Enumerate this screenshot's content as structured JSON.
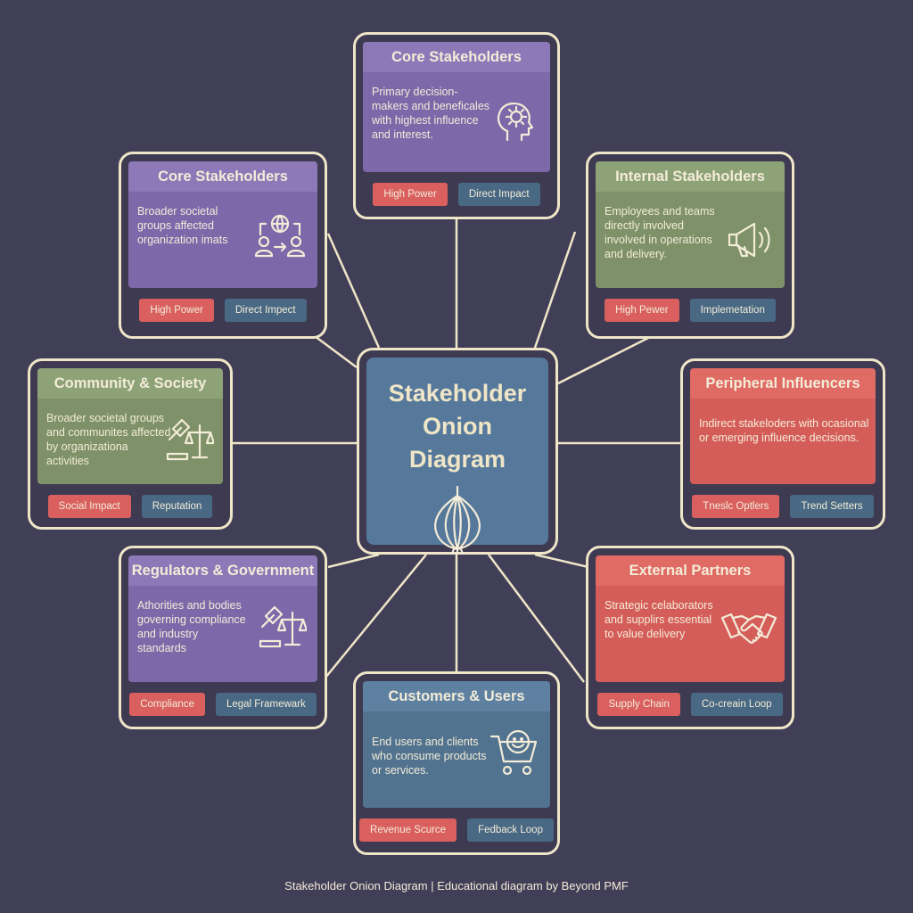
{
  "center": {
    "title": "Stakeholder Onion Diagram"
  },
  "cards": {
    "top": {
      "title": "Core Stakeholders",
      "description": "Primary decision-makers and beneficales with highest influence and interest.",
      "tags": [
        "High Power",
        "Direct Impact"
      ],
      "icon": "head-gear-icon"
    },
    "upper_left": {
      "title": "Core Stakeholders",
      "description": "Broader societal groups affected organization imats",
      "tags": [
        "High Power",
        "Direct Impect"
      ],
      "icon": "globe-people-icon"
    },
    "upper_right": {
      "title": "Internal Stakeholders",
      "description": "Employees and teams directly involved involved in operations and delivery.",
      "tags": [
        "High Pewer",
        "Implemetation"
      ],
      "icon": "megaphone-icon"
    },
    "middle_left": {
      "title": "Community & Society",
      "description": "Broader societal groups and communites affected by organizationa activities",
      "tags": [
        "Social Impact",
        "Reputation"
      ],
      "icon": "gavel-scales-icon"
    },
    "middle_right": {
      "title": "Peripheral Influencers",
      "description": "Indirect stakeloders with ocasional or emerging influence decisions.",
      "tags": [
        "Tneslc Optlers",
        "Trend Setters"
      ],
      "icon": ""
    },
    "lower_left": {
      "title": "Regulators & Government",
      "description": "Athorities and bodies governing compliance and industry standards",
      "tags": [
        "Compliance",
        "Legal Framewark"
      ],
      "icon": "gavel-scales-icon"
    },
    "lower_right": {
      "title": "External Partners",
      "description": "Strategic celaborators and supplirs essential to value delivery",
      "tags": [
        "Supply Chain",
        "Co-creain Loop"
      ],
      "icon": "handshake-icon"
    },
    "bottom": {
      "title": "Customers & Users",
      "description": "End users and clients who consume products or services.",
      "tags": [
        "Revenue Scurce",
        "Fedback Loop"
      ],
      "icon": "shopping-cart-icon"
    }
  },
  "footer": {
    "text": "Stakeholder Onion Diagram | Educational diagram by Beyond PMF"
  },
  "colors": {
    "background": "#413e57",
    "border": "#efe6c8",
    "purple": "#8d79b8",
    "green": "#8ea278",
    "red": "#e06a64",
    "blue": "#5e81a2",
    "tag_red": "#d9605f",
    "tag_blue": "#486883"
  }
}
